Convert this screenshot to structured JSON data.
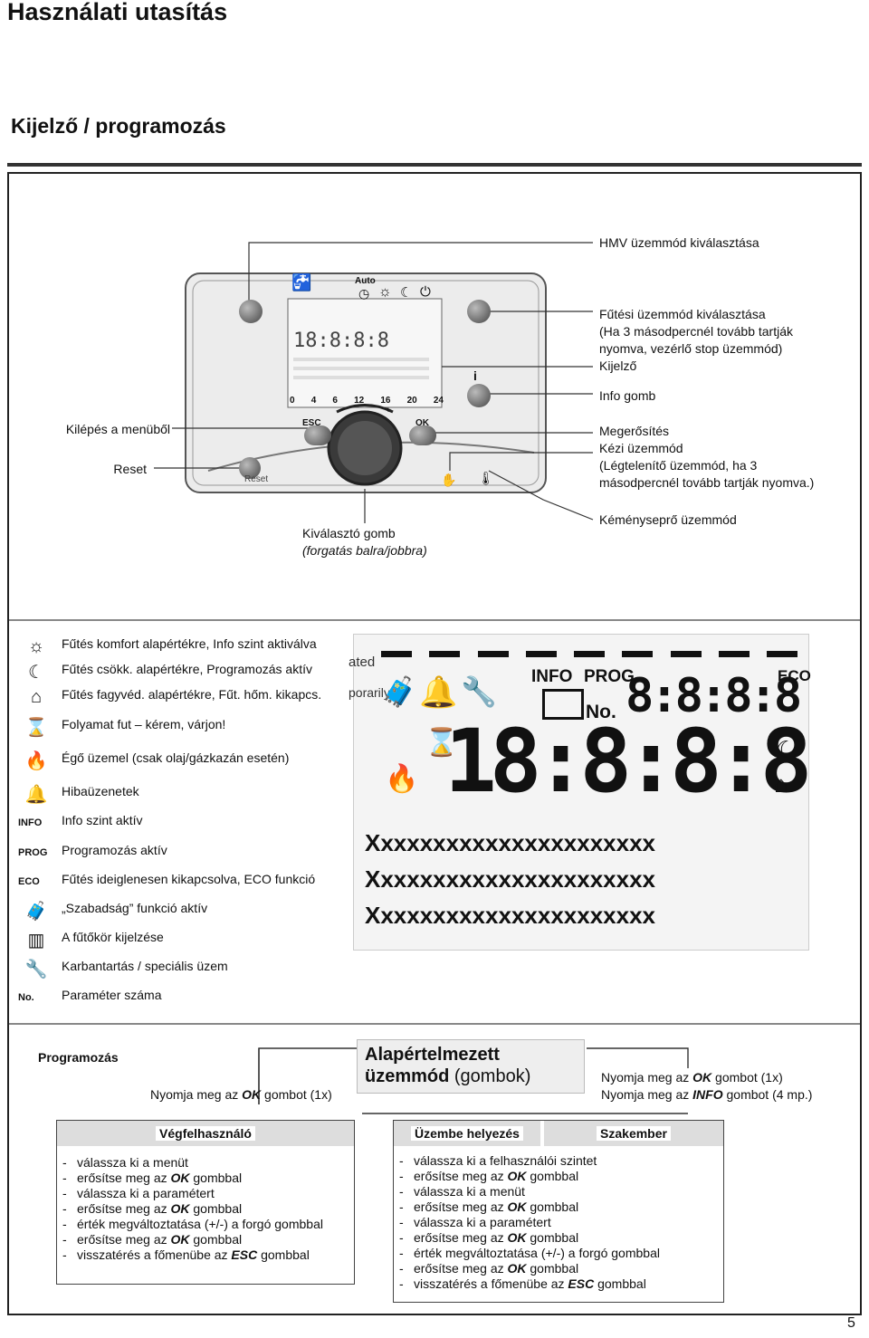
{
  "page": {
    "title": "Használati utasítás",
    "subtitle": "Kijelző / programozás",
    "page_number": "5"
  },
  "controller": {
    "labels": {
      "hmv": "HMV üzemmód kiválasztása",
      "heating_mode": [
        "Fűtési üzemmód kiválasztása",
        "(Ha 3 másodpercnél tovább tartják",
        "nyomva, vezérlő stop üzemmód)"
      ],
      "display": "Kijelző",
      "info_button": "Info gomb",
      "exit_menu": "Kilépés a menüből",
      "reset": "Reset",
      "confirm": "Megerősítés",
      "manual_mode": [
        "Kézi üzemmód",
        "(Légtelenítő üzemmód, ha 3",
        "másodpercnél tovább tartják nyomva.)"
      ],
      "selector_knob": "Kiválasztó gomb",
      "selector_knob_note": "(forgatás balra/jobbra)",
      "chimney_sweep": "Kéményseprő üzemmód"
    },
    "device_text": {
      "auto": "Auto",
      "esc": "ESC",
      "ok": "OK",
      "reset": "Reset",
      "scale": [
        "0",
        "4",
        "6",
        "12",
        "16",
        "20",
        "24"
      ],
      "digits": "18:8:8:8"
    }
  },
  "legend": [
    {
      "icon": "sun-icon",
      "text": "Fűtés komfort alapértékre, Info szint aktiválva"
    },
    {
      "icon": "moon-icon",
      "text": "Fűtés csökk. alapértékre, Programozás aktív"
    },
    {
      "icon": "house-icon",
      "text": "Fűtés fagyvéd. alapértékre, Fűt. hőm. kikapcs."
    },
    {
      "icon": "hourglass-icon",
      "text": "Folyamat fut – kérem, várjon!"
    },
    {
      "icon": "flame-icon",
      "text": "Égő üzemel (csak olaj/gázkazán esetén)"
    },
    {
      "icon": "bell-icon",
      "text": "Hibaüzenetek"
    },
    {
      "icon": "INFO",
      "text": "Info szint aktív"
    },
    {
      "icon": "PROG",
      "text": "Programozás aktív"
    },
    {
      "icon": "ECO",
      "text": "Fűtés ideiglenesen kikapcsolva, ECO funkció"
    },
    {
      "icon": "suitcase-icon",
      "text": "„Szabadság” funkció aktív"
    },
    {
      "icon": "circuit-icon",
      "text": "A fűtőkör kijelzése"
    },
    {
      "icon": "wrench-icon",
      "text": "Karbantartás / speciális üzem"
    },
    {
      "icon": "No.",
      "text": "Paraméter száma"
    }
  ],
  "lcd": {
    "info": "INFO",
    "prog": "PROG",
    "eco": "ECO",
    "no": "No.",
    "small_digits": "8:8:8:8",
    "big_digits": "18:8:8:8",
    "xrow": "Xxxxxxxxxxxxxxxxxxxxxx",
    "cut_left": "ated",
    "cut_left2": "porarily"
  },
  "programming": {
    "heading": "Programozás",
    "ok_once_left": [
      "Nyomja meg az ",
      "OK",
      " gombot (1x)"
    ],
    "default_mode_line1": "Alapértelmezett",
    "default_mode_line2": "üzemmód",
    "default_mode_suffix": " (gombok)",
    "right_line1": [
      "Nyomja meg az ",
      "OK",
      " gombot (1x)"
    ],
    "right_line2": [
      "Nyomja meg az ",
      "INFO",
      " gombot (4 mp.)"
    ],
    "end_user": {
      "header": "Végfelhasználó",
      "steps": [
        [
          "válassza ki a menüt"
        ],
        [
          "erősítse meg az ",
          "OK",
          " gombbal"
        ],
        [
          "válassza ki a paramétert"
        ],
        [
          "erősítse meg az ",
          "OK",
          " gombbal"
        ],
        [
          "érték megváltoztatása (+/-) a forgó gombbal"
        ],
        [
          "erősítse meg az ",
          "OK",
          " gombbal"
        ],
        [
          "visszatérés a főmenübe az ",
          "ESC",
          " gombbal"
        ]
      ]
    },
    "commissioning": {
      "header": "Üzembe helyezés",
      "header2": "Szakember",
      "steps": [
        [
          "válassza ki a felhasználói szintet"
        ],
        [
          "erősítse meg az ",
          "OK",
          " gombbal"
        ],
        [
          "válassza ki a menüt"
        ],
        [
          "erősítse meg az ",
          "OK",
          " gombbal"
        ],
        [
          "válassza ki a paramétert"
        ],
        [
          "erősítse meg az ",
          "OK",
          " gombbal"
        ],
        [
          "érték megváltoztatása (+/-) a forgó gombbal"
        ],
        [
          "erősítse meg az ",
          "OK",
          " gombbal"
        ],
        [
          "visszatérés a főmenübe az ",
          "ESC",
          " gombbal"
        ]
      ]
    }
  }
}
